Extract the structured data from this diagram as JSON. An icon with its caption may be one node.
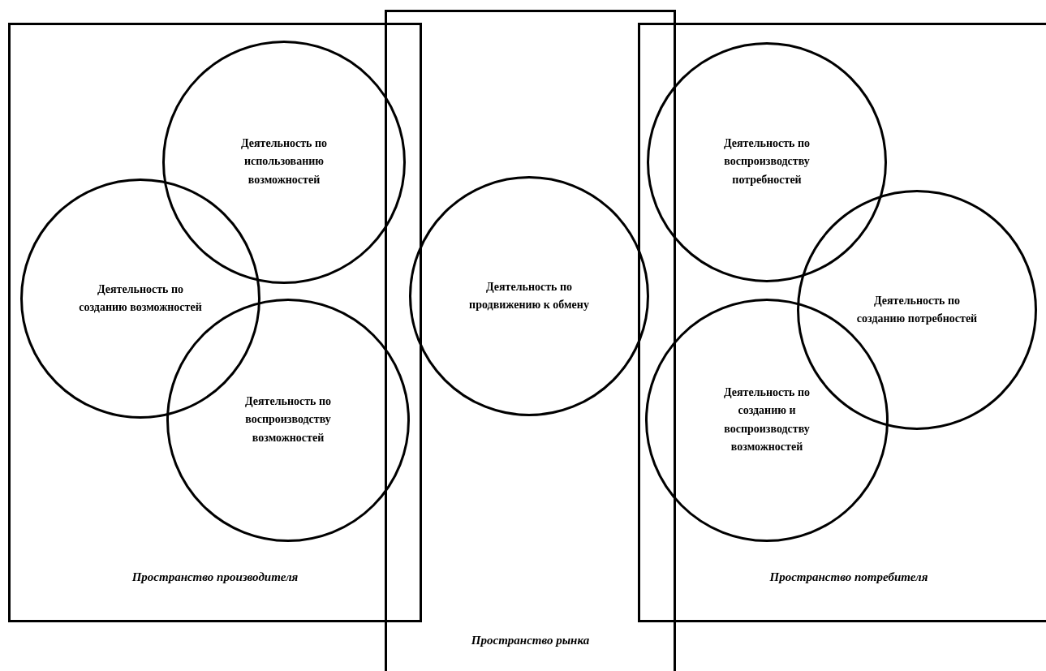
{
  "diagram": {
    "nodes": [
      {
        "text": [
          "Пространство производителя"
        ]
      },
      {
        "text": [
          "Деятельность по использованию возможностей"
        ],
        "in": 0
      },
      {
        "text": [
          "Деятельность по созданию возможностей"
        ],
        "in": 0
      },
      {
        "text": [
          "Деятельность по воспроизводству возможностей"
        ],
        "in": 0
      },
      {
        "text": [
          "Пространство рынка"
        ]
      },
      {
        "text": [
          "Деятельность по продвижению к обмену"
        ],
        "in": 4
      },
      {
        "text": [
          "Пространство потребителя"
        ]
      },
      {
        "text": [
          "Деятельность по воспроизводству потребностей"
        ],
        "in": 6
      },
      {
        "text": [
          "Деятельность по созданию потребностей"
        ],
        "in": 6
      },
      {
        "text": [
          "Деятельность по созданию и воспроизводству возможностей"
        ],
        "in": 6
      }
    ]
  }
}
